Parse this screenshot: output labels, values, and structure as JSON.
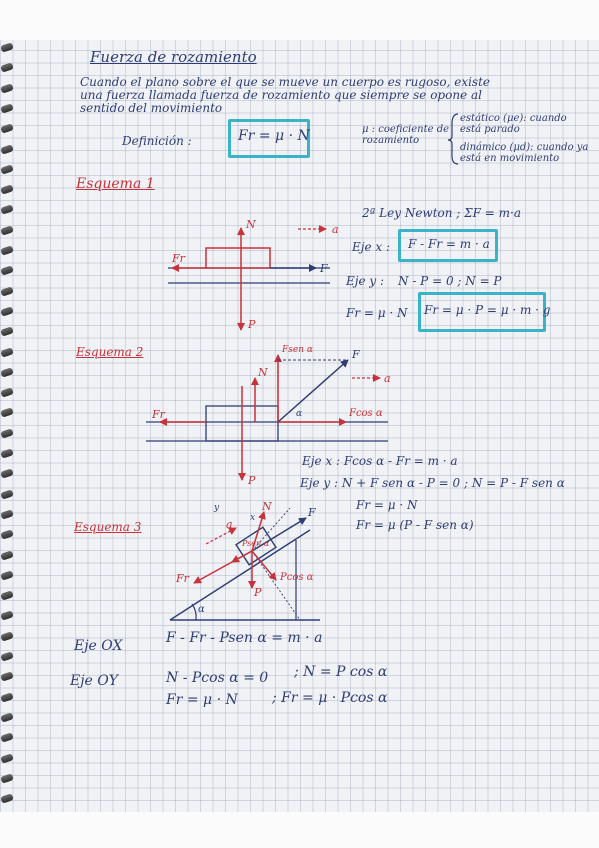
{
  "title": "Fuerza de rozamiento",
  "intro": [
    "Cuando el plano sobre el que se mueve un cuerpo es rugoso, existe",
    "una fuerza llamada fuerza de rozamiento que siempre se opone al",
    "sentido del movimiento"
  ],
  "definition": {
    "label": "Definición :",
    "formula": "Fr = μ · N",
    "mu_label": "μ : coeficiente de rozamiento",
    "static_text": "estático (μe): cuando está parado",
    "dynamic_text": "dinámico (μd): cuando ya está en movimiento"
  },
  "scheme1": {
    "heading": "Esquema 1",
    "labels": {
      "N": "N",
      "a": "a",
      "Fr": "Fr",
      "F": "F",
      "P": "P"
    },
    "newton": "2ª Ley Newton ; ΣF = m·a",
    "eq_x_label": "Eje x :",
    "eq_x": "F - Fr = m · a",
    "eq_y_label": "Eje y :",
    "eq_y": "N - P = 0 ; N = P",
    "eq_fr1": "Fr = μ · N",
    "eq_fr2": "Fr = μ · P = μ · m · g"
  },
  "scheme2": {
    "heading": "Esquema 2",
    "labels": {
      "Fsen": "Fsen α",
      "N": "N",
      "F": "F",
      "a": "a",
      "Fr": "Fr",
      "Fcos": "Fcos α",
      "P": "P",
      "alpha": "α"
    },
    "eq_x": "Eje x : Fcos α - Fr = m · a",
    "eq_y": "Eje y : N + F sen α - P = 0 ; N = P - F sen α",
    "eq_fr1": "Fr = μ · N",
    "eq_fr2": "Fr = μ (P - F sen α)"
  },
  "scheme3": {
    "heading": "Esquema 3",
    "labels": {
      "a": "a",
      "N": "N",
      "F": "F",
      "Psen": "Psen α",
      "Fr": "Fr",
      "P": "P",
      "Pcos": "Pcos α",
      "alpha": "α",
      "x": "x",
      "y": "y"
    },
    "eq_ox_label": "Eje OX",
    "eq_ox": "F - Fr - Psen α = m · a",
    "eq_oy_label": "Eje OY",
    "eq_oy1": "N - Pcos α = 0",
    "eq_oy2": "; N = P cos α",
    "eq_fr1": "Fr = μ · N",
    "eq_fr2": "; Fr = μ · Pcos α"
  },
  "colors": {
    "ink": "#2e3d73",
    "red": "#c8323a",
    "box": "#3ab3c8"
  }
}
